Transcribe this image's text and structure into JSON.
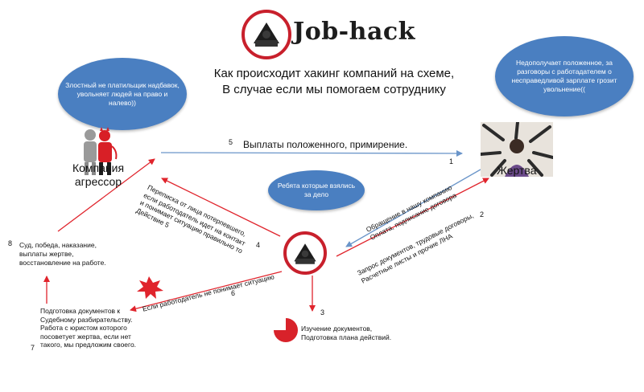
{
  "logo": {
    "text": "Job-hack",
    "accent_color": "#c8202c"
  },
  "title": {
    "line1": "Как происходит хакинг компаний на схеме,",
    "line2": "В случае если мы помогаем сотруднику"
  },
  "clouds": {
    "aggressor": "Злостный не платильщик надбавок, увольняет людей на право и налево))",
    "victim": "Недополучает положенное, за разговоры с работадателем о несправедливой зарплате грозит увольнение((",
    "team": "Ребята которые взялись за дело"
  },
  "nodes": {
    "company": "Компания агрессор",
    "victim": "Жертва"
  },
  "steps": {
    "s1": {
      "num": "1",
      "l1": "Обращение в нашу компанию",
      "l2": "Оплата, подписание договора"
    },
    "s2": {
      "num": "2",
      "l1": "Запрос документов, трудовые договоры,",
      "l2": "Расчетные листы и прочие ЛНА"
    },
    "s3": {
      "num": "3",
      "l1": "Изучение документов,",
      "l2": "Подготовка плана действий."
    },
    "s4": {
      "num": "4",
      "l1": "Переписка от лица потерпевшего,",
      "l2": "если работодатель идет на контакт",
      "l3": "и понимает ситуацию правильно то",
      "l4": "Действие 5"
    },
    "s5": {
      "num": "5",
      "text": "Выплаты положенного, примирение."
    },
    "s6": {
      "num": "6",
      "text": "Если работодатель не понимает ситуацию"
    },
    "s7": {
      "num": "7",
      "l1": "Подготовка документов к",
      "l2": "Судебному разбирательству.",
      "l3": "Работа с юристом которого",
      "l4": "посоветует жертва, если нет",
      "l5": "такого, мы предложим своего."
    },
    "s8": {
      "num": "8",
      "l1": "Суд, победа, наказание,",
      "l2": "выплаты жертве,",
      "l3": "восстановление на работе."
    }
  },
  "colors": {
    "cloud": "#4a7fc1",
    "arrow_blue": "#6a95c9",
    "arrow_red": "#e0242c"
  }
}
